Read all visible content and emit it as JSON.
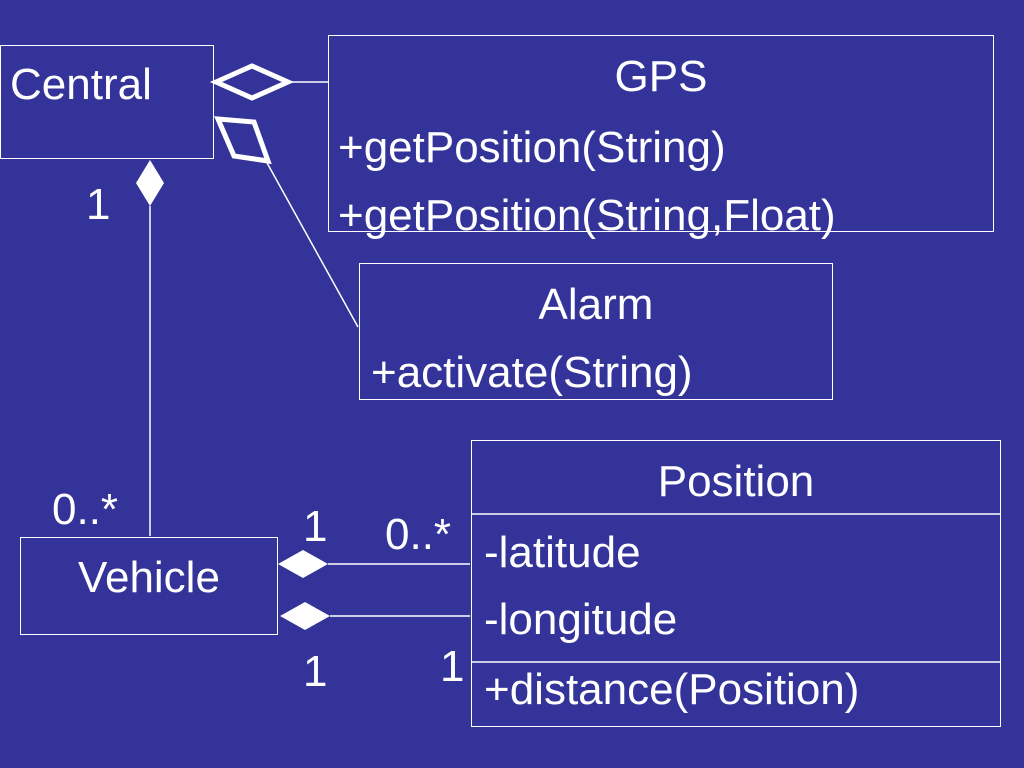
{
  "theme": {
    "background": "#333399",
    "foreground": "#ffffff"
  },
  "classes": {
    "central": {
      "name": "Central"
    },
    "gps": {
      "name": "GPS",
      "methods": [
        "+getPosition(String)",
        "+getPosition(String,Float)"
      ]
    },
    "alarm": {
      "name": "Alarm",
      "methods": [
        "+activate(String)"
      ]
    },
    "vehicle": {
      "name": "Vehicle"
    },
    "position": {
      "name": "Position",
      "attributes": [
        "-latitude",
        "-longitude"
      ],
      "methods": [
        "+distance(Position)"
      ]
    }
  },
  "multiplicities": {
    "central_vehicle_central_end": "1",
    "central_vehicle_vehicle_end": "0..*",
    "vehicle_position_upper_vehicle_end": "1",
    "vehicle_position_upper_position_end": "0..*",
    "vehicle_position_lower_vehicle_end": "1",
    "vehicle_position_lower_position_end": "1"
  },
  "relationships": [
    {
      "from": "Central",
      "to": "GPS",
      "kind": "aggregation"
    },
    {
      "from": "Central",
      "to": "Alarm",
      "kind": "aggregation"
    },
    {
      "from": "Central",
      "to": "Vehicle",
      "kind": "composition"
    },
    {
      "from": "Vehicle",
      "to": "Position",
      "kind": "composition"
    },
    {
      "from": "Vehicle",
      "to": "Position",
      "kind": "composition"
    }
  ]
}
